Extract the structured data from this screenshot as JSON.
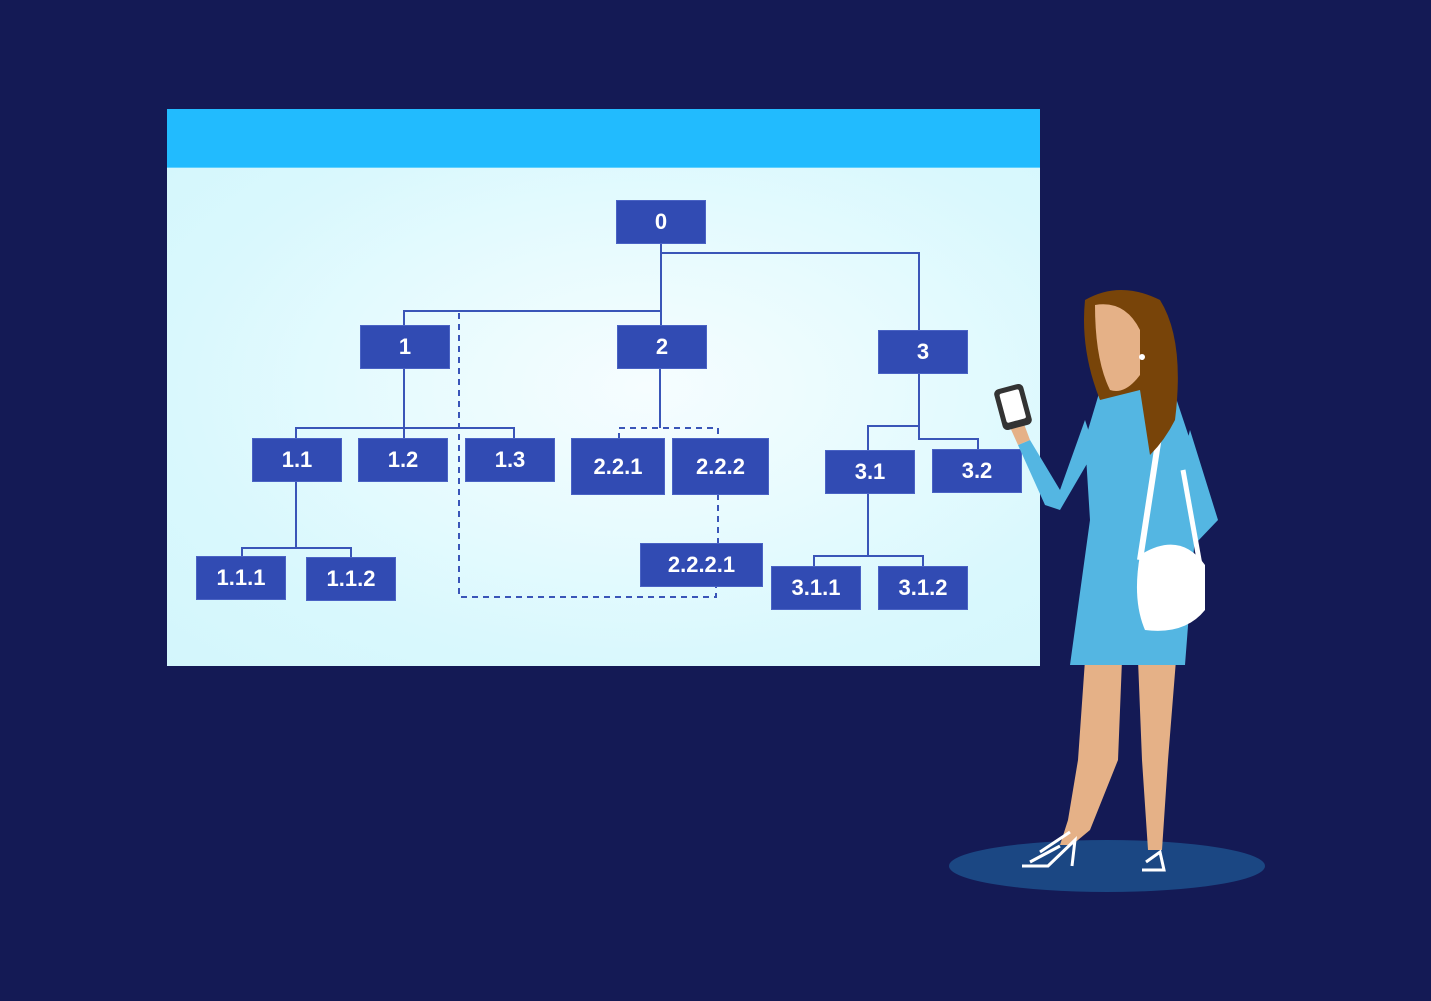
{
  "window": {
    "title": ""
  },
  "colors": {
    "background": "#141a55",
    "titlebar": "#22bbfe",
    "canvas": "#dff9fd",
    "node": "#314bb3",
    "connector": "#314bb3",
    "dress": "#54b6e2",
    "floor_shadow": "#1b4783"
  },
  "diagram": {
    "nodes": [
      {
        "id": "0",
        "label": "0"
      },
      {
        "id": "1",
        "label": "1"
      },
      {
        "id": "2",
        "label": "2"
      },
      {
        "id": "3",
        "label": "3"
      },
      {
        "id": "1.1",
        "label": "1.1"
      },
      {
        "id": "1.2",
        "label": "1.2"
      },
      {
        "id": "1.3",
        "label": "1.3"
      },
      {
        "id": "2.2.1",
        "label": "2.2.1"
      },
      {
        "id": "2.2.2",
        "label": "2.2.2"
      },
      {
        "id": "2.2.2.1",
        "label": "2.2.2.1"
      },
      {
        "id": "3.1",
        "label": "3.1"
      },
      {
        "id": "3.2",
        "label": "3.2"
      },
      {
        "id": "1.1.1",
        "label": "1.1.1"
      },
      {
        "id": "1.1.2",
        "label": "1.1.2"
      },
      {
        "id": "3.1.1",
        "label": "3.1.1"
      },
      {
        "id": "3.1.2",
        "label": "3.1.2"
      }
    ],
    "edges": [
      [
        "0",
        "1"
      ],
      [
        "0",
        "2"
      ],
      [
        "0",
        "3"
      ],
      [
        "1",
        "1.1"
      ],
      [
        "1",
        "1.2"
      ],
      [
        "1",
        "1.3"
      ],
      [
        "1.1",
        "1.1.1"
      ],
      [
        "1.1",
        "1.1.2"
      ],
      [
        "2",
        "2.2.1"
      ],
      [
        "2",
        "2.2.2"
      ],
      [
        "2.2.2",
        "2.2.2.1"
      ],
      [
        "3",
        "3.1"
      ],
      [
        "3",
        "3.2"
      ],
      [
        "3.1",
        "3.1.1"
      ],
      [
        "3.1",
        "3.1.2"
      ]
    ],
    "dashed_edges": [
      [
        "2",
        "2.2.1"
      ],
      [
        "2",
        "2.2.2"
      ],
      [
        "2.2.2",
        "2.2.2.1"
      ]
    ]
  },
  "figure": {
    "description": "woman holding smartphone beside diagram"
  }
}
